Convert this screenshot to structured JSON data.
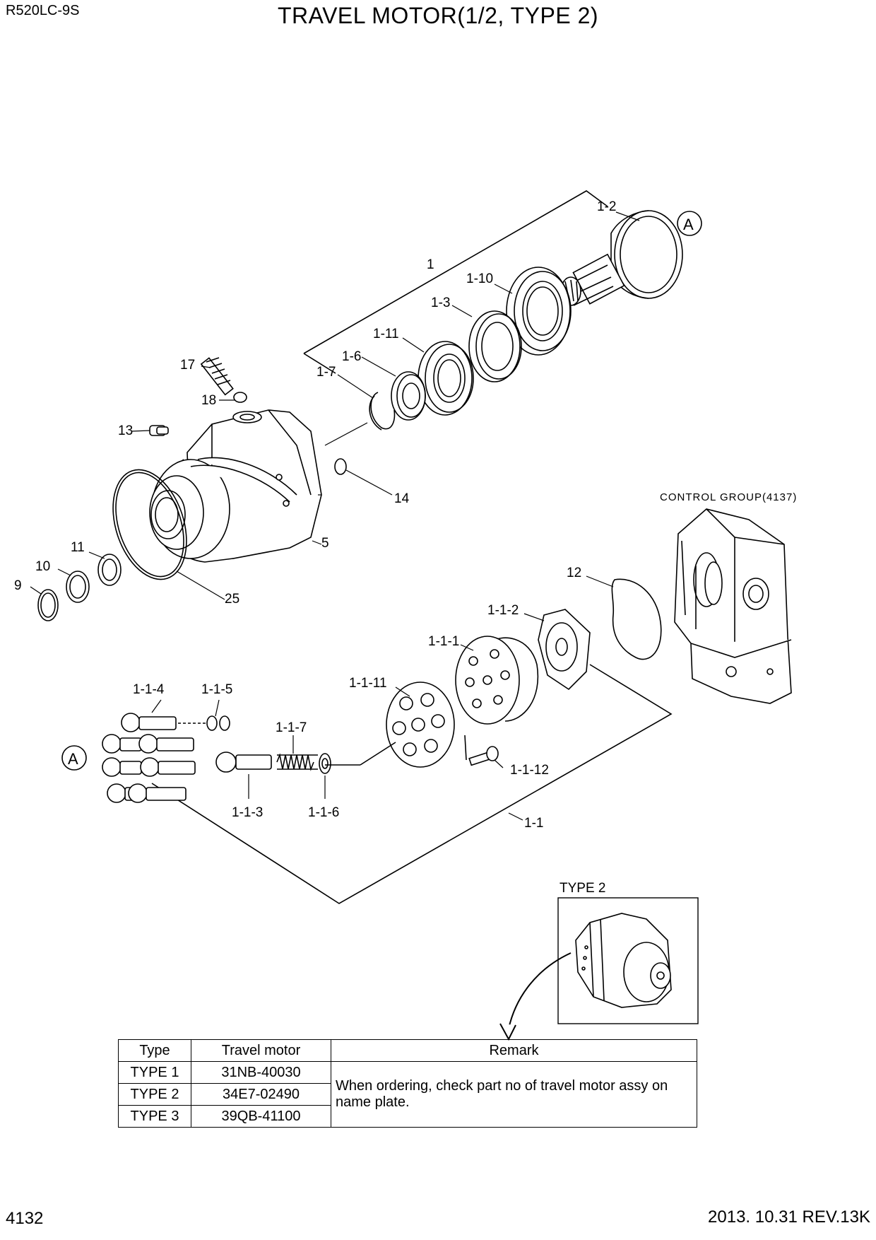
{
  "header": {
    "model": "R520LC-9S",
    "title": "TRAVEL MOTOR(1/2, TYPE 2)"
  },
  "footer": {
    "page_number": "4132",
    "revision": "2013. 10.31  REV.13K"
  },
  "callouts": {
    "p1": "1",
    "p1_2": "1-2",
    "p1_10": "1-10",
    "p1_3": "1-3",
    "p1_11": "1-11",
    "p1_6": "1-6",
    "p1_7": "1-7",
    "p17": "17",
    "p18": "18",
    "p13": "13",
    "p14": "14",
    "p5": "5",
    "p11": "11",
    "p10": "10",
    "p9": "9",
    "p25": "25",
    "p12": "12",
    "p1_1_2": "1-1-2",
    "p1_1_1": "1-1-1",
    "p1_1_11": "1-1-11",
    "p1_1_4": "1-1-4",
    "p1_1_5": "1-1-5",
    "p1_1_7": "1-1-7",
    "p1_1_12": "1-1-12",
    "p1_1_3": "1-1-3",
    "p1_1_6": "1-1-6",
    "p1_1": "1-1",
    "detail_a_top": "A",
    "detail_a_left": "A"
  },
  "control_group_label": "CONTROL GROUP(4137)",
  "inset_label": "TYPE 2",
  "table": {
    "headers": {
      "type": "Type",
      "motor": "Travel motor",
      "remark": "Remark"
    },
    "rows": [
      {
        "type": "TYPE 1",
        "motor": "31NB-40030"
      },
      {
        "type": "TYPE 2",
        "motor": "34E7-02490"
      },
      {
        "type": "TYPE 3",
        "motor": "39QB-41100"
      }
    ],
    "remark": "When ordering, check part no of travel motor assy on name plate."
  }
}
